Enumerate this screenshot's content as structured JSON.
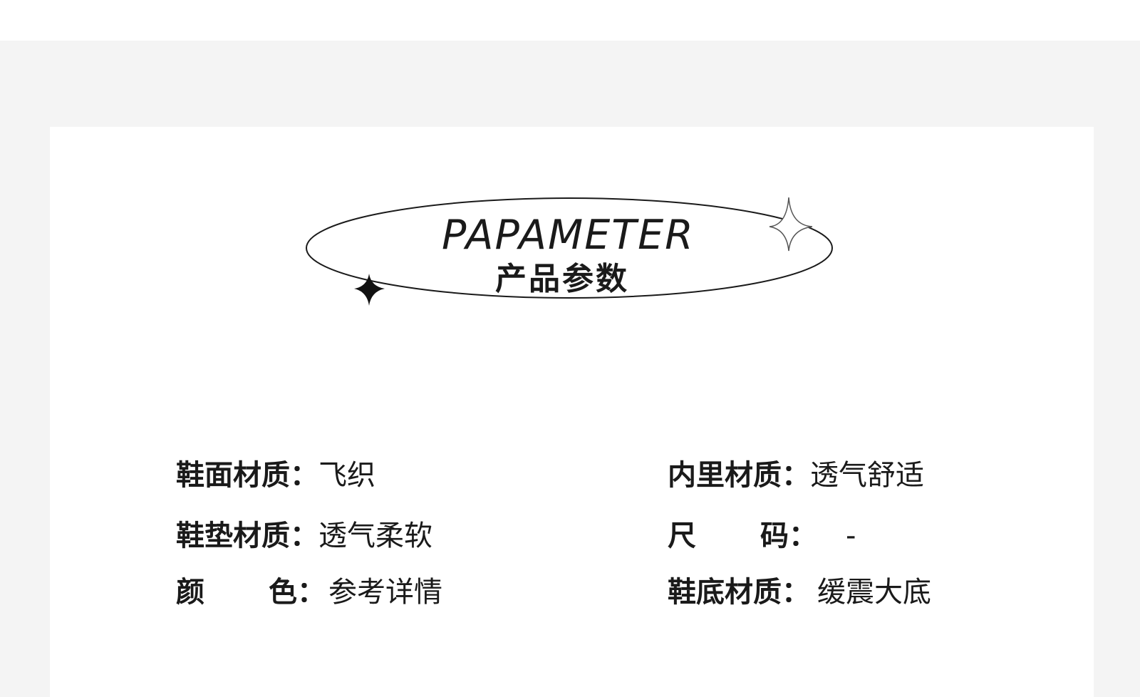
{
  "header": {
    "title_en": "PAPAMETER",
    "title_cn": "产品参数"
  },
  "params": {
    "upper": {
      "label": "鞋面材质：",
      "value": "飞织"
    },
    "lining": {
      "label": "内里材质：",
      "value": "透气舒适"
    },
    "insole": {
      "label": "鞋垫材质：",
      "value": "透气柔软"
    },
    "size": {
      "label_1": "尺",
      "label_2": "码：",
      "value": "-"
    },
    "color": {
      "label_1": "颜",
      "label_2": "色：",
      "value": "参考详情"
    },
    "sole": {
      "label": "鞋底材质：",
      "value": "缓震大底"
    }
  },
  "icons": {
    "sparkle_filled": "star-sparkle-icon",
    "sparkle_outline": "star-sparkle-outline-icon"
  },
  "colors": {
    "page_bg": "#f4f4f4",
    "card_bg": "#ffffff",
    "text": "#1a1a1a"
  }
}
